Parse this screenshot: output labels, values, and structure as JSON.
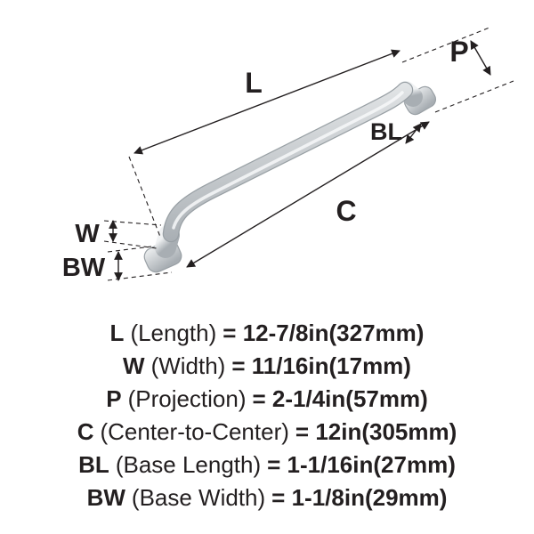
{
  "background": "#ffffff",
  "text_color": "#231f20",
  "diagram": {
    "description": "cabinet pull handle dimension drawing",
    "line_color": "#231f20",
    "metal_colors": [
      "#f0f2f3",
      "#ccd0d3",
      "#a8aeb3"
    ],
    "labels": {
      "length": "L",
      "projection": "P",
      "base_length": "BL",
      "center_to_center": "C",
      "width": "W",
      "base_width": "BW"
    }
  },
  "specs": [
    {
      "abbr": "L",
      "desc": "(Length)",
      "value": "= 12-7/8in(327mm)"
    },
    {
      "abbr": "W",
      "desc": "(Width)",
      "value": "= 11/16in(17mm)"
    },
    {
      "abbr": "P",
      "desc": "(Projection)",
      "value": "= 2-1/4in(57mm)"
    },
    {
      "abbr": "C",
      "desc": "(Center-to-Center)",
      "value": "= 12in(305mm)"
    },
    {
      "abbr": "BL",
      "desc": "(Base Length)",
      "value": "= 1-1/16in(27mm)"
    },
    {
      "abbr": "BW",
      "desc": "(Base Width)",
      "value": "= 1-1/8in(29mm)"
    }
  ]
}
